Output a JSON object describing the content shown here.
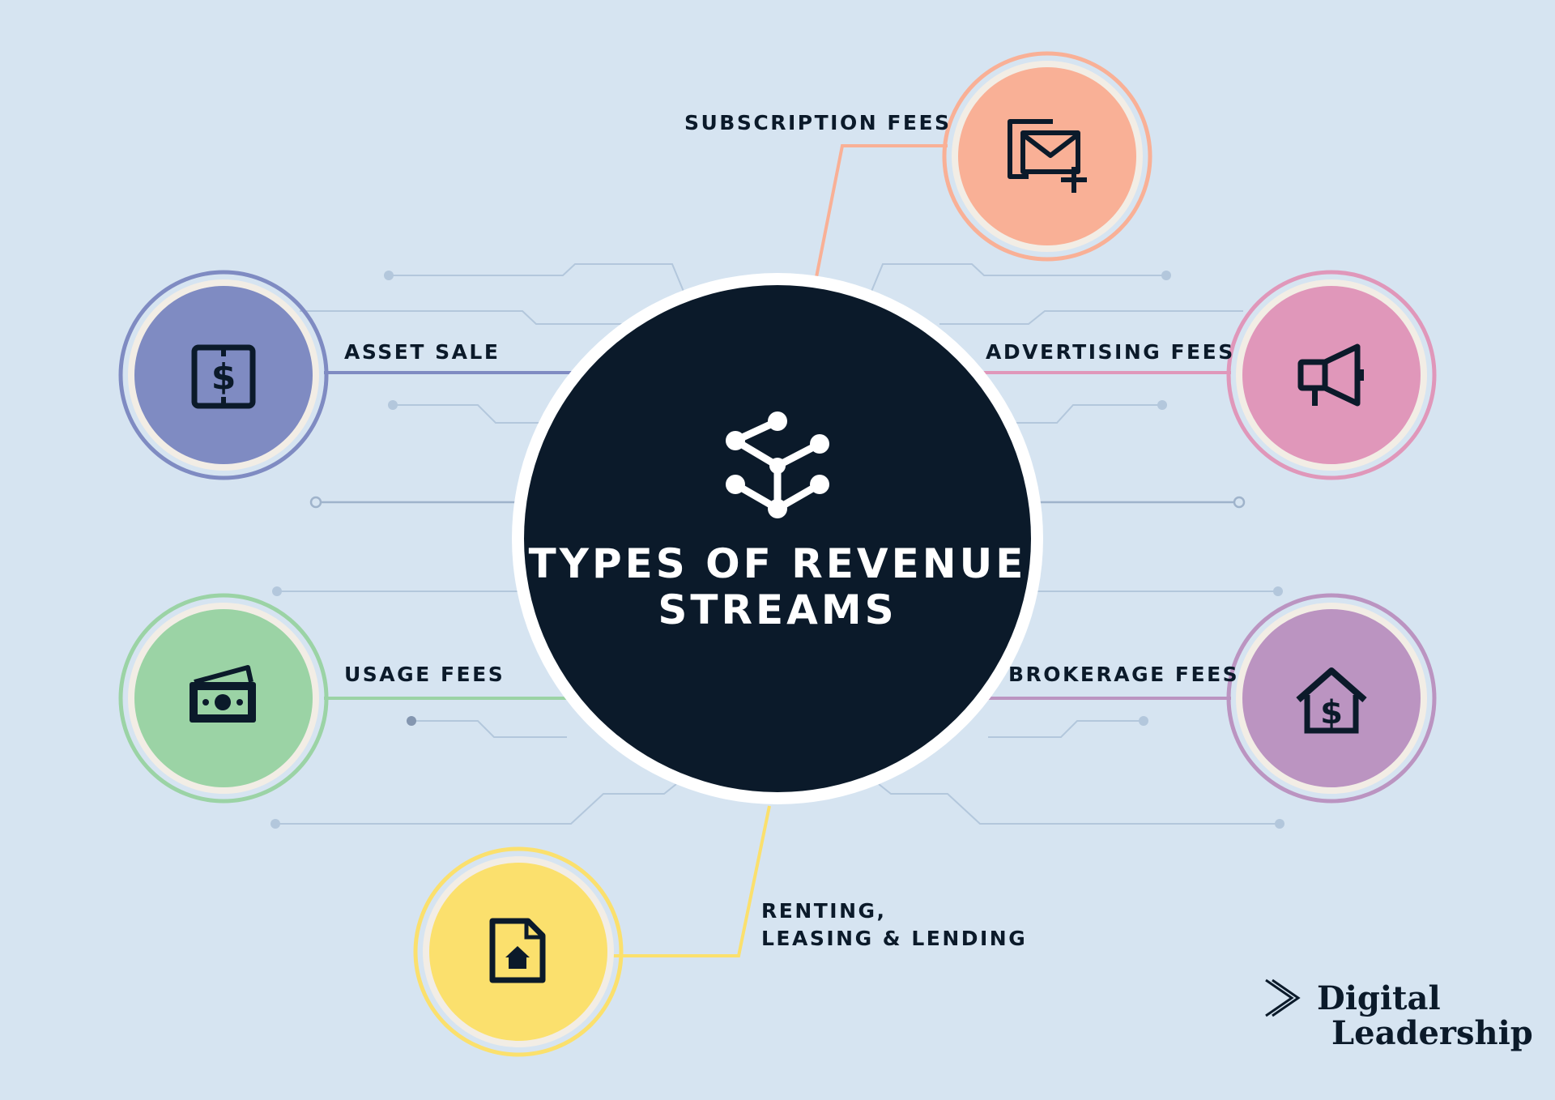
{
  "title": {
    "line1": "TYPES OF REVENUE",
    "line2": "STREAMS",
    "icon": "network-node-icon"
  },
  "colors": {
    "background": "#d6e4f1",
    "center": "#0b1a2a",
    "subscription": "#f9b096",
    "advertising": "#e097ba",
    "brokerage": "#bb94c1",
    "asset": "#7f8bc2",
    "usage": "#9bd3a5",
    "renting": "#fbe06d"
  },
  "streams": {
    "subscription": {
      "label": "SUBSCRIPTION FEES",
      "icon": "subscription-mail-add-icon"
    },
    "asset": {
      "label": "ASSET SALE",
      "icon": "dollar-box-icon"
    },
    "advertising": {
      "label": "ADVERTISING FEES",
      "icon": "megaphone-icon"
    },
    "usage": {
      "label": "USAGE FEES",
      "icon": "cash-bill-icon"
    },
    "brokerage": {
      "label": "BROKERAGE FEES",
      "icon": "house-dollar-icon"
    },
    "renting": {
      "label_line1": "RENTING,",
      "label_line2": "LEASING & LENDING",
      "icon": "house-document-icon"
    }
  },
  "brand": {
    "line1": "Digital",
    "line2": "Leadership",
    "icon": "chevron-logo-icon"
  }
}
